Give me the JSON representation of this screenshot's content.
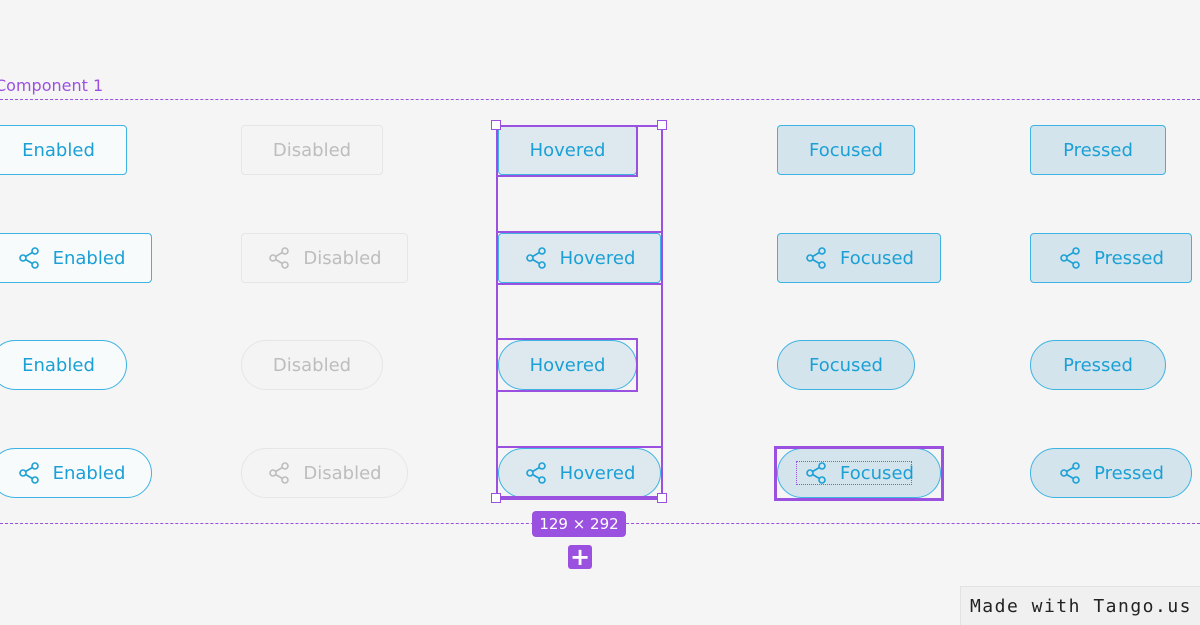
{
  "canvas": {
    "component_label": "Component 1",
    "selection_size": "129 × 292",
    "add_symbol": "+"
  },
  "buttons": {
    "enabled": "Enabled",
    "disabled": "Disabled",
    "hovered": "Hovered",
    "focused": "Focused",
    "pressed": "Pressed"
  },
  "watermark": "Made with Tango.us",
  "colors": {
    "accent": "#9b51e0",
    "button_text": "#1ba0d6",
    "button_border": "#3db3e3",
    "disabled_text": "#bdbdbd",
    "hover_fill": "#dde9ee",
    "pressed_fill": "#d4e4ec"
  },
  "icons": {
    "button_icon": "share-icon"
  }
}
